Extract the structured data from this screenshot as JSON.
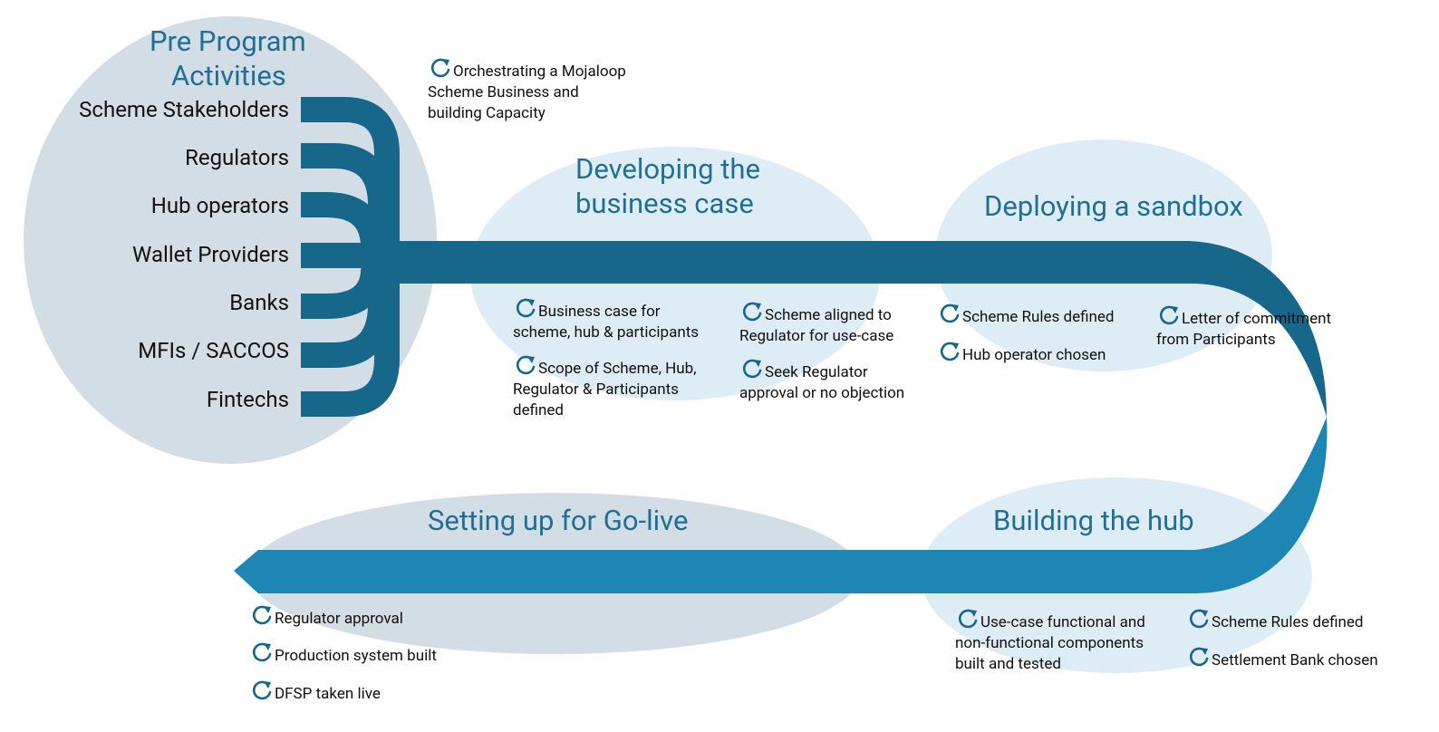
{
  "title_pre": [
    "Pre Program",
    "Activities"
  ],
  "stakeholders": [
    "Scheme Stakeholders",
    "Regulators",
    "Hub operators",
    "Wallet Providers",
    "Banks",
    "MFIs / SACCOS",
    "Fintechs"
  ],
  "intro": [
    "Orchestrating a Mojaloop",
    "Scheme Business and",
    "building Capacity"
  ],
  "phases": {
    "business_case": {
      "title": [
        "Developing the",
        "business case"
      ],
      "items": [
        [
          "Business case  for",
          "scheme, hub & participants"
        ],
        [
          "Scope of Scheme, Hub,",
          "Regulator & Participants",
          "defined"
        ],
        [
          "Scheme aligned to",
          "Regulator for use-case"
        ],
        [
          "Seek Regulator",
          "approval or no objection"
        ]
      ]
    },
    "sandbox": {
      "title": "Deploying a sandbox",
      "items": [
        [
          "Scheme Rules defined"
        ],
        [
          "Hub operator chosen"
        ],
        [
          "Letter of commitment",
          "from Participants"
        ]
      ]
    },
    "hub": {
      "title": "Building the hub",
      "items": [
        [
          "Use-case functional and",
          "non-functional components",
          "built and tested"
        ],
        [
          "Scheme Rules defined"
        ],
        [
          "Settlement Bank chosen"
        ]
      ]
    },
    "golive": {
      "title": "Setting up for Go-live",
      "items": [
        [
          "Regulator approval"
        ],
        [
          "Production system built"
        ],
        [
          "DFSP taken live"
        ]
      ]
    }
  },
  "colors": {
    "dark_path": "#17678b",
    "light_path": "#1e86b5",
    "circle_grey": "#d3dde5",
    "ellipse_blue": "#deedf5",
    "heading": "#1f6f95",
    "icon": "#17678b"
  },
  "icon_name": "cycle-icon"
}
